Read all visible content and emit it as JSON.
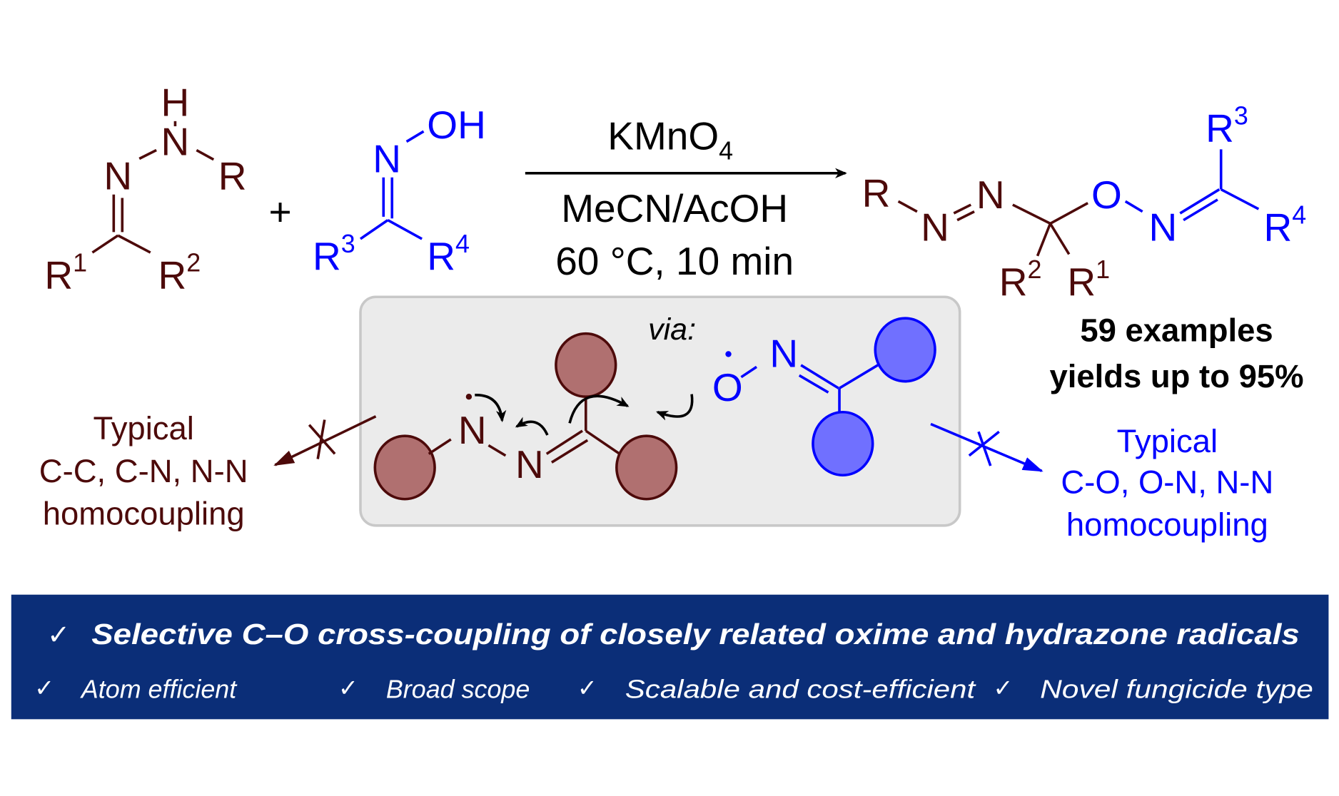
{
  "colors": {
    "hydrazone": "#4d0a0a",
    "oxime": "#0000ff",
    "banner": "#0b2e78",
    "box": "#ebebeb"
  },
  "hydrazone": {
    "H": "H",
    "N1": "N",
    "N2": "N",
    "R": "R",
    "R1": "R",
    "R1_sup": "1",
    "R2": "R",
    "R2_sup": "2"
  },
  "plus": "+",
  "oxime": {
    "N": "N",
    "OH": "OH",
    "R3": "R",
    "R3_sup": "3",
    "R4": "R",
    "R4_sup": "4"
  },
  "conditions": {
    "reagent": "KMnO",
    "reagent_sub": "4",
    "solvent": "MeCN/AcOH",
    "temp_time": "60 °C, 10 min"
  },
  "product": {
    "R": "R",
    "N1": "N",
    "N2": "N",
    "O": "O",
    "N3": "N",
    "R1": "R",
    "R1_sup": "1",
    "R2": "R",
    "R2_sup": "2",
    "R3": "R",
    "R3_sup": "3",
    "R4": "R",
    "R4_sup": "4"
  },
  "summary": {
    "examples": "59 examples",
    "yields": "yields up to 95%"
  },
  "mechanism": {
    "via": "via:",
    "hz_N1": "N",
    "hz_N2": "N",
    "ox_O": "O",
    "ox_N": "N"
  },
  "left_note": {
    "line1": "Typical",
    "line2": "C-C, C-N, N-N",
    "line3": "homocoupling"
  },
  "right_note": {
    "line1": "Typical",
    "line2": "C-O, O-N, N-N",
    "line3": "homocoupling"
  },
  "banner": {
    "check": "✓",
    "headline": "Selective C–O cross-coupling of closely related oxime and hydrazone radicals",
    "features": [
      "Atom efficient",
      "Broad scope",
      "Scalable and cost-efficient",
      "Novel fungicide type"
    ]
  }
}
